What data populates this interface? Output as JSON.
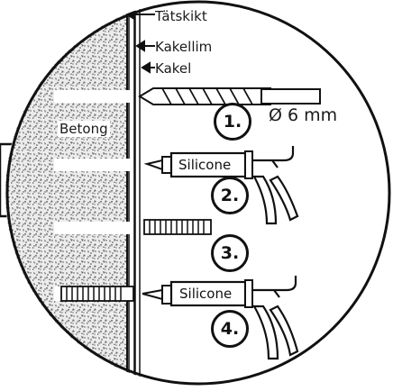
{
  "labels": {
    "tatskikt": "Tätskikt",
    "kakellim": "Kakellim",
    "kakel": "Kakel",
    "betong": "Betong",
    "drill_size": "Ø 6 mm",
    "silicone_1": "Silicone",
    "silicone_2": "Silicone"
  },
  "steps": [
    "1.",
    "2.",
    "3.",
    "4."
  ],
  "colors": {
    "ink": "#111111",
    "concrete": "#d9d9d9",
    "paper": "#ffffff"
  }
}
